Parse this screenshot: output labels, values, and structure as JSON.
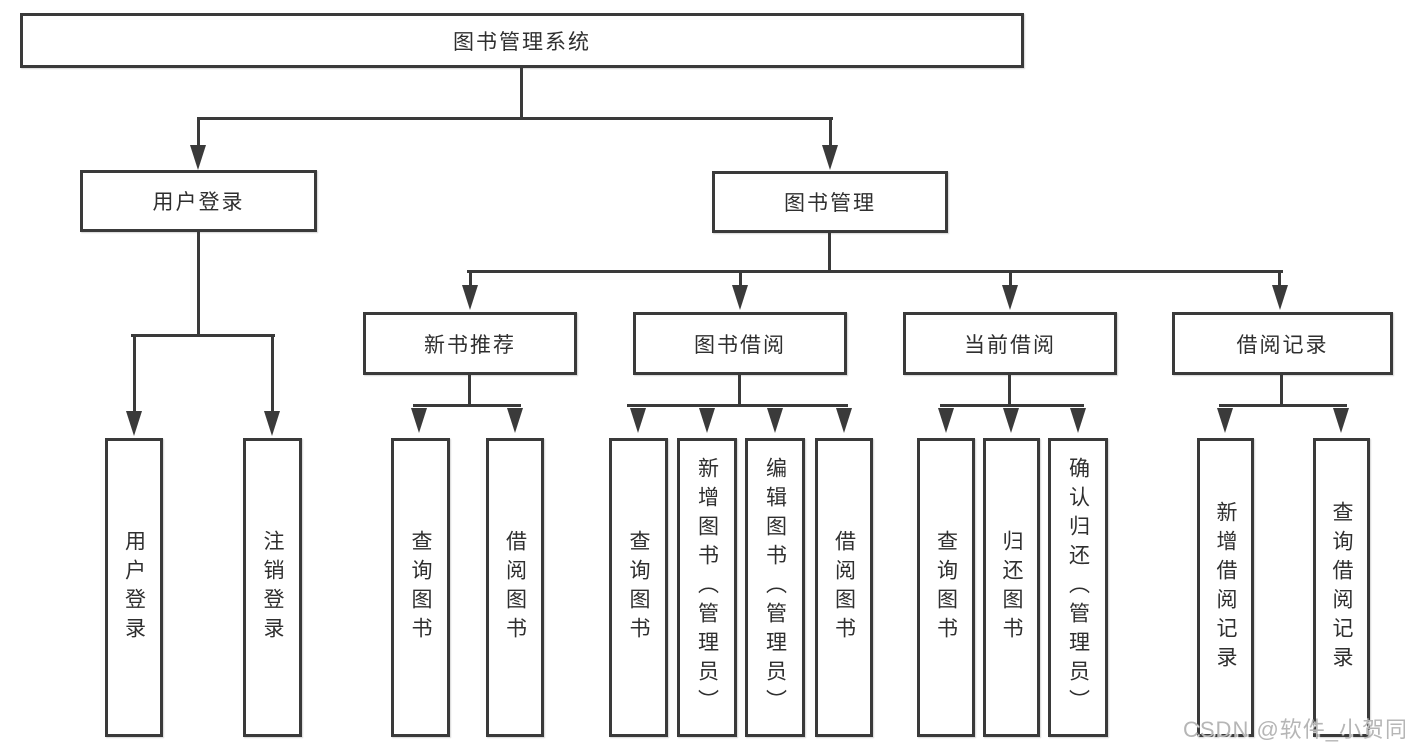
{
  "diagram": {
    "watermark": "CSDN @软件_小贺同学",
    "colors": {
      "line": "#3a3a3a",
      "text": "#2f2f2f",
      "watermark": "#b6b6b6",
      "background": "#ffffff"
    },
    "tree": {
      "root": {
        "label": "图书管理系统"
      },
      "branches": [
        {
          "label": "用户登录",
          "children": [
            {
              "label": "用户登录"
            },
            {
              "label": "注销登录"
            }
          ]
        },
        {
          "label": "图书管理",
          "children": [
            {
              "label": "新书推荐",
              "children": [
                {
                  "label": "查询图书"
                },
                {
                  "label": "借阅图书"
                }
              ]
            },
            {
              "label": "图书借阅",
              "children": [
                {
                  "label": "查询图书"
                },
                {
                  "label": "新增图书（管理员）"
                },
                {
                  "label": "编辑图书（管理员）"
                },
                {
                  "label": "借阅图书"
                }
              ]
            },
            {
              "label": "当前借阅",
              "children": [
                {
                  "label": "查询图书"
                },
                {
                  "label": "归还图书"
                },
                {
                  "label": "确认归还（管理员）"
                }
              ]
            },
            {
              "label": "借阅记录",
              "children": [
                {
                  "label": "新增借阅记录"
                },
                {
                  "label": "查询借阅记录"
                }
              ]
            }
          ]
        }
      ]
    }
  }
}
